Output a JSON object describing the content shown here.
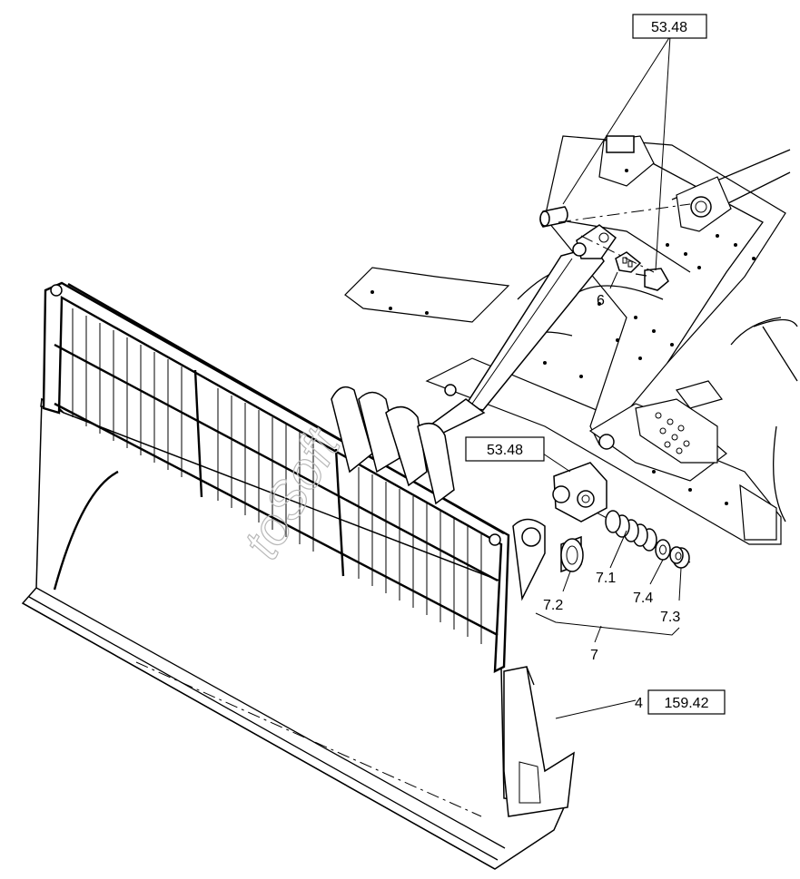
{
  "callouts": {
    "ref_top": "53.48",
    "ref_mid": "53.48",
    "ref_bucket": "159.42",
    "n6": "6",
    "n7": "7",
    "n7_1": "7.1",
    "n7_2": "7.2",
    "n7_3": "7.3",
    "n7_4": "7.4",
    "n4": "4"
  },
  "watermark": "toSoft"
}
